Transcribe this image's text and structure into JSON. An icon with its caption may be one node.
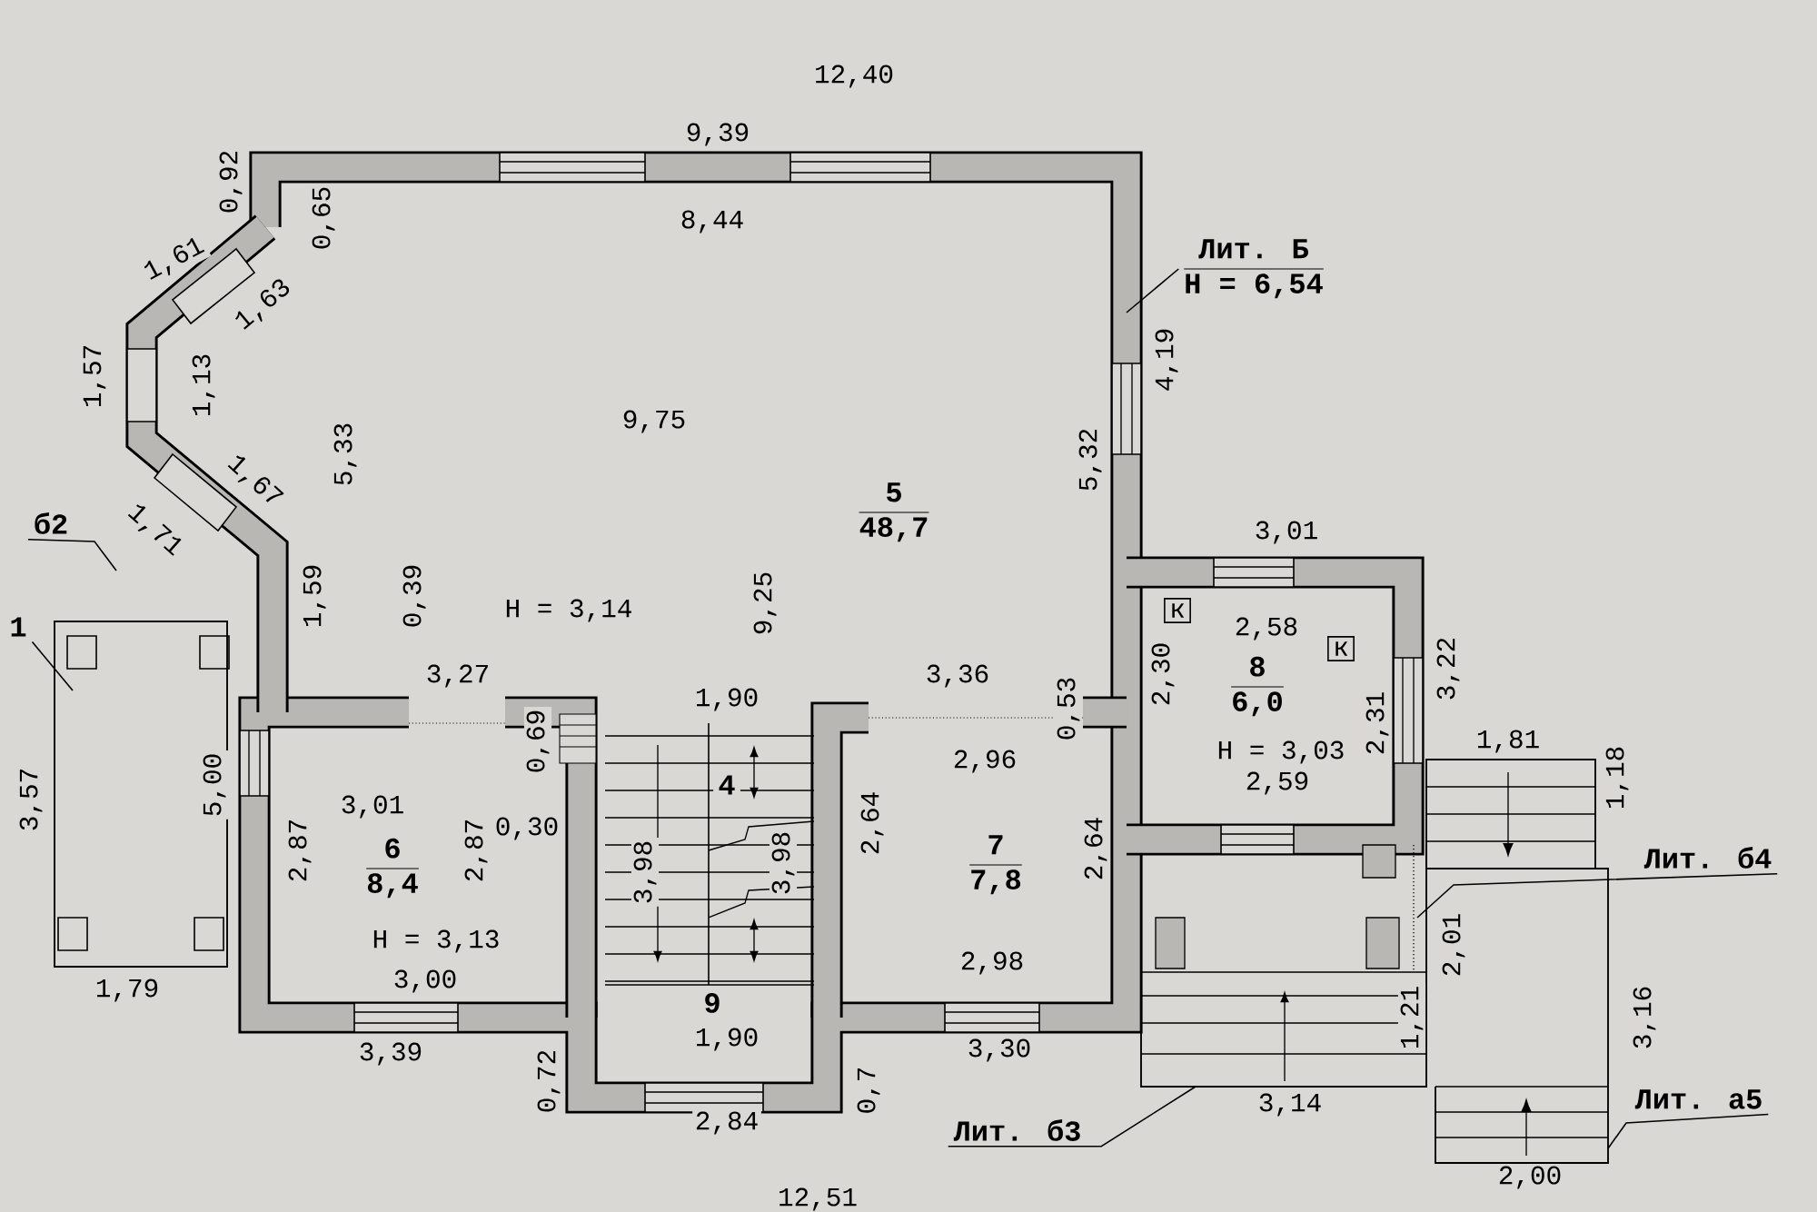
{
  "diagram": {
    "nodes": [
      {
        "text": [
          "5",
          "48,7"
        ]
      },
      {
        "text": [
          "6",
          "8,4"
        ]
      },
      {
        "text": [
          "4"
        ]
      },
      {
        "text": [
          "7",
          "7,8"
        ]
      },
      {
        "text": [
          "8",
          "6,0"
        ]
      },
      {
        "text": [
          "9"
        ]
      },
      {
        "text": [
          "Лит. Б",
          "H = 6,54"
        ]
      },
      {
        "text": [
          "Лит. б3"
        ]
      },
      {
        "text": [
          "Лит. б4"
        ]
      },
      {
        "text": [
          "Лит. а5"
        ]
      },
      {
        "text": [
          "б2"
        ]
      },
      {
        "text": [
          "1"
        ]
      }
    ],
    "edges": [
      {
        "from": 6,
        "to": null,
        "arrow": "none"
      },
      {
        "from": 7,
        "to": null,
        "arrow": "none"
      },
      {
        "from": 8,
        "to": null,
        "arrow": "none"
      },
      {
        "from": 9,
        "to": null,
        "arrow": "none"
      },
      {
        "from": 10,
        "to": null,
        "arrow": "none"
      },
      {
        "from": 11,
        "to": null,
        "arrow": "none"
      }
    ],
    "labels": [
      "12,40",
      "9,39",
      "0,92",
      "8,44",
      "1,61",
      "0,65",
      "1,63",
      "1,57",
      "1,13",
      "4,19",
      "9,75",
      "1,67",
      "5,33",
      "5,32",
      "1,71",
      "1,59",
      "0,39",
      "H = 3,14",
      "9,25",
      "3,01",
      "3,27",
      "1,90",
      "3,36",
      "0,53",
      "2,30",
      "2,58",
      "к",
      "к",
      "2,31",
      "3,22",
      "3,57",
      "5,00",
      "0,69",
      "3,01",
      "0,30",
      "2,87",
      "2,87",
      "3,98",
      "3,98",
      "2,96",
      "2,64",
      "2,64",
      "H = 3,03",
      "2,59",
      "1,81",
      "1,18",
      "2,01",
      "H = 3,13",
      "3,00",
      "2,98",
      "1,21",
      "3,16",
      "1,79",
      "3,39",
      "1,90",
      "3,30",
      "3,14",
      "0,72",
      "0,7",
      "2,84",
      "2,00",
      "12,51"
    ]
  }
}
